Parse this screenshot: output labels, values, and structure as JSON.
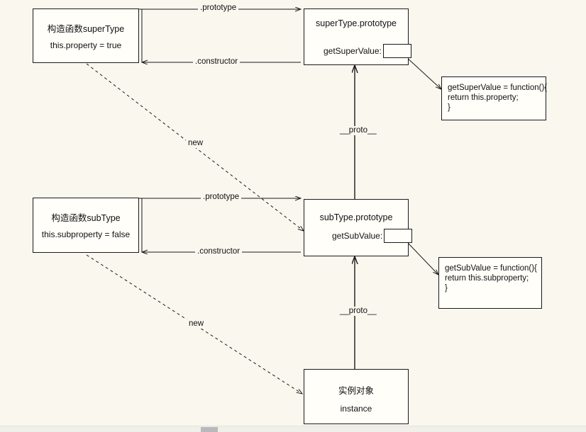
{
  "diagram": {
    "title": "JavaScript prototype chain diagram",
    "background_color": "#faf7ef",
    "stroke_color": "#1a1a1a",
    "box_fill": "#fffef9"
  },
  "nodes": {
    "super_ctor": {
      "title_cn": "构造函数",
      "title_en": "superType",
      "body": "this.property = true"
    },
    "super_proto": {
      "title": "superType.prototype",
      "slot_label": "getSuperValue:",
      "slot_value": ""
    },
    "super_fn": {
      "line1": "getSuperValue = function(){",
      "line2": "return this.property;",
      "line3": "}"
    },
    "sub_ctor": {
      "title_cn": "构造函数",
      "title_en": "subType",
      "body": "this.subproperty = false"
    },
    "sub_proto": {
      "title": "subType.prototype",
      "slot_label": "getSubValue:",
      "slot_value": ""
    },
    "sub_fn": {
      "line1": "getSubValue = function(){",
      "line2": "return this.subproperty;",
      "line3": "}"
    },
    "instance": {
      "title_cn": "实例对象",
      "body": "instance"
    }
  },
  "edges": {
    "super_prototype": ".prototype",
    "super_constructor": ".constructor",
    "super_new": "new",
    "super_proto_link": "__proto__",
    "sub_prototype": ".prototype",
    "sub_constructor": ".constructor",
    "sub_new": "new",
    "sub_proto_link": "__proto__"
  }
}
